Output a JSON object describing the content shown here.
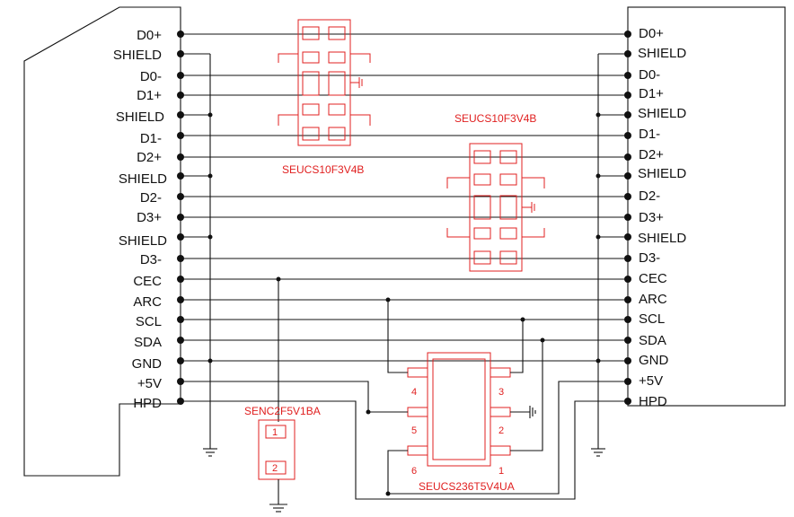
{
  "left_pins": [
    "D0+",
    "SHIELD",
    "D0-",
    "D1+",
    "SHIELD",
    "D1-",
    "D2+",
    "SHIELD",
    "D2-",
    "D3+",
    "SHIELD",
    "D3-",
    "CEC",
    "ARC",
    "SCL",
    "SDA",
    "GND",
    "+5V",
    "HPD"
  ],
  "right_pins": [
    "D0+",
    "SHIELD",
    "D0-",
    "D1+",
    "SHIELD",
    "D1-",
    "D2+",
    "SHIELD",
    "D2-",
    "D3+",
    "SHIELD",
    "D3-",
    "CEC",
    "ARC",
    "SCL",
    "SDA",
    "GND",
    "+5V",
    "HPD"
  ],
  "parts": {
    "tvs_a_label": "SEUCS10F3V4B",
    "tvs_b_label": "SEUCS10F3V4B",
    "tvs_cec_label": "SENC2F5V1BA",
    "ic_label": "SEUCS236T5V4UA"
  },
  "ic_pins": {
    "p1": "1",
    "p2": "2",
    "p3": "3",
    "p4": "4",
    "p5": "5",
    "p6": "6"
  },
  "cec_pins": {
    "p1": "1",
    "p2": "2"
  },
  "colors": {
    "wire": "#111111",
    "component": "#e02020"
  }
}
